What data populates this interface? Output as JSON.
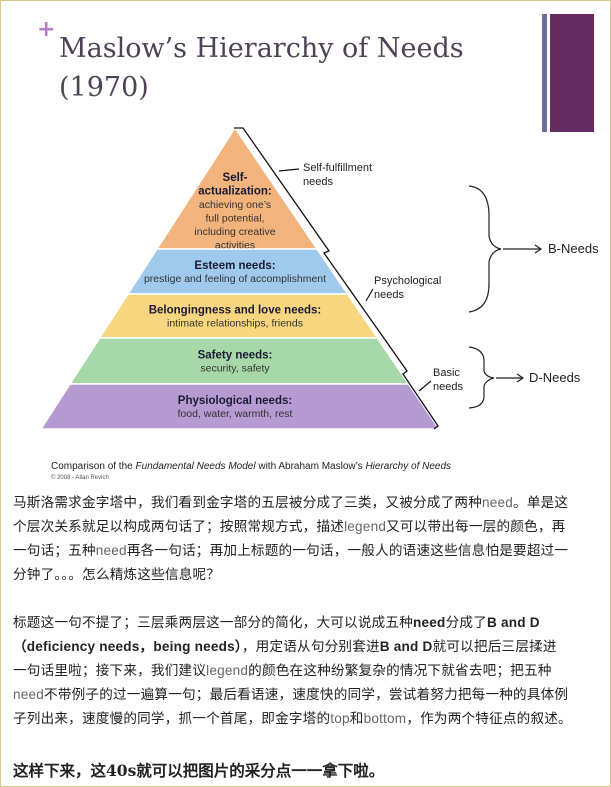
{
  "figure": {
    "plus": "+",
    "title_line1": "Maslow’s Hierarchy of Needs",
    "title_line2": "(1970)",
    "levels": [
      {
        "name": "Self-",
        "name2": "actualization:",
        "desc": [
          "achieving one’s",
          "full potential,",
          "including creative",
          "activities"
        ],
        "color": "#f2b37c"
      },
      {
        "name": "Esteem needs:",
        "desc": [
          "prestige and feeling of accomplishment"
        ],
        "color": "#9fcaee"
      },
      {
        "name": "Belongingness and love needs:",
        "desc": [
          "intimate relationships, friends"
        ],
        "color": "#f8d67f"
      },
      {
        "name": "Safety needs:",
        "desc": [
          "security, safety"
        ],
        "color": "#a7d8a9"
      },
      {
        "name": "Physiological needs:",
        "desc": [
          "food, water, warmth, rest"
        ],
        "color": "#b59bd2"
      }
    ],
    "groups": [
      {
        "l1": "Self-fulfillment",
        "l2": "needs"
      },
      {
        "l1": "Psychological",
        "l2": "needs"
      },
      {
        "l1": "Basic",
        "l2": "needs"
      }
    ],
    "b_needs": "B-Needs",
    "d_needs": "D-Needs",
    "caption": {
      "a": "Comparison of the ",
      "b": "Fundamental Needs Model",
      "c": " with Abraham Maslow’s ",
      "d": "Hierarchy of Needs"
    },
    "copyright": "© 2008 - Allan Revich"
  },
  "text": {
    "lines": [
      [
        {
          "t": "马斯洛需求金字塔中，我们看到金字塔的五层被分成了三类，又被分成了两种",
          "s": ""
        },
        {
          "t": "need",
          "s": "en"
        },
        {
          "t": "。单是这",
          "s": ""
        }
      ],
      [
        {
          "t": "个层次关系就足以构成两句话了；按照常规方式，描述",
          "s": ""
        },
        {
          "t": "legend",
          "s": "en"
        },
        {
          "t": "又可以带出每一层的颜色，再",
          "s": ""
        }
      ],
      [
        {
          "t": "一句话；五种",
          "s": ""
        },
        {
          "t": "need",
          "s": "en"
        },
        {
          "t": "再各一句话；再加上标题的一句话，一般人的语速这些信息怕是要超过一",
          "s": ""
        }
      ],
      [
        {
          "t": "分钟了。。。怎么精炼这些信息呢？",
          "s": ""
        }
      ],
      [],
      [
        {
          "t": "标题这一句不提了；三层乘两层这一部分的简化，大可以说成五种",
          "s": ""
        },
        {
          "t": "need",
          "s": "enb"
        },
        {
          "t": "分成了",
          "s": ""
        },
        {
          "t": "B  and D",
          "s": "enb"
        }
      ],
      [
        {
          "t": "（deficiency needs，being needs）",
          "s": "enb"
        },
        {
          "t": "，用定语从句分别套进",
          "s": ""
        },
        {
          "t": "B and D",
          "s": "enb"
        },
        {
          "t": "就可以把后三层揉进",
          "s": ""
        }
      ],
      [
        {
          "t": "一句话里啦；接下来，我们建议",
          "s": ""
        },
        {
          "t": "legend",
          "s": "en"
        },
        {
          "t": "的颜色在这种纷繁复杂的情况下就省去吧；把五种",
          "s": ""
        }
      ],
      [
        {
          "t": "need",
          "s": "en"
        },
        {
          "t": "不带例子的过一遍算一句；最后看语速，速度快的同学，尝试着努力把每一种的具体例",
          "s": ""
        }
      ],
      [
        {
          "t": "子列出来，速度慢的同学，抓一个首尾，即金字塔的",
          "s": ""
        },
        {
          "t": "top",
          "s": "en"
        },
        {
          "t": "和",
          "s": ""
        },
        {
          "t": "bottom",
          "s": "en"
        },
        {
          "t": "，作为两个特征点的叙述。",
          "s": ""
        }
      ]
    ],
    "final": "这样下来，这40s就可以把图片的采分点一一拿下啦。"
  }
}
